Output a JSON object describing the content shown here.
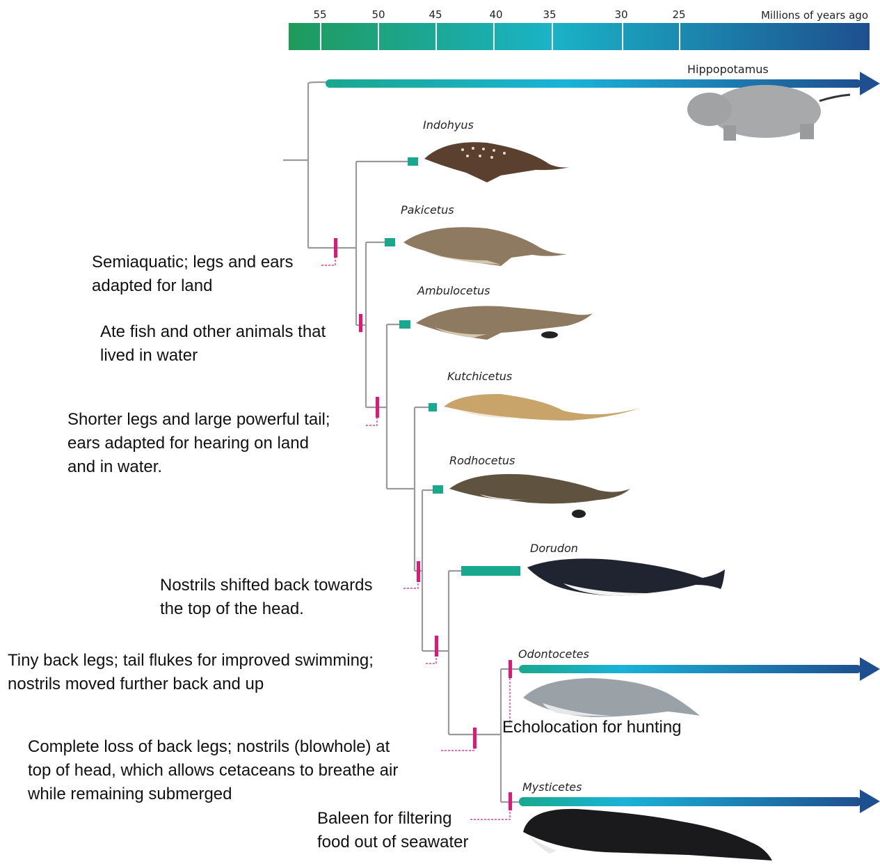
{
  "timeline": {
    "ticks": [
      "55",
      "50",
      "45",
      "40",
      "35",
      "30",
      "25"
    ],
    "unit_label": "Millions of years ago",
    "colors": {
      "start": "#1f9a5a",
      "mid": "#1ab3c7",
      "end": "#1e4f8f"
    }
  },
  "taxa": [
    {
      "id": "hippopotamus",
      "label": "Hippopotamus"
    },
    {
      "id": "indohyus",
      "label": "Indohyus"
    },
    {
      "id": "pakicetus",
      "label": "Pakicetus"
    },
    {
      "id": "ambulocetus",
      "label": "Ambulocetus"
    },
    {
      "id": "kutchicetus",
      "label": "Kutchicetus"
    },
    {
      "id": "rodhocetus",
      "label": "Rodhocetus"
    },
    {
      "id": "dorudon",
      "label": "Dorudon"
    },
    {
      "id": "odontocetes",
      "label": "Odontocetes"
    },
    {
      "id": "mysticetes",
      "label": "Mysticetes"
    }
  ],
  "adaptations": [
    {
      "lines": [
        "Semiaquatic; legs and ears",
        "adapted for land"
      ]
    },
    {
      "lines": [
        "Ate fish and other animals that",
        "lived in water"
      ]
    },
    {
      "lines": [
        "Shorter legs and large powerful tail;",
        "ears adapted for hearing on land",
        "and in water."
      ]
    },
    {
      "lines": [
        "Nostrils shifted back towards",
        "the top of the head."
      ]
    },
    {
      "lines": [
        "Tiny back legs; tail flukes for improved swimming;",
        "nostrils moved further back and up"
      ]
    },
    {
      "lines": [
        "Complete loss of back legs; nostrils (blowhole) at",
        "top of head, which allows cetaceans to breathe air",
        "while remaining submerged"
      ]
    },
    {
      "lines": [
        "Echolocation for hunting"
      ]
    },
    {
      "lines": [
        "Baleen for filtering",
        "food out of seawater"
      ]
    }
  ],
  "colors": {
    "tree_line": "#9a9a9a",
    "marker": "#e0187a",
    "range_bar": "#19a88e",
    "arrow": "#1e4f8f"
  }
}
